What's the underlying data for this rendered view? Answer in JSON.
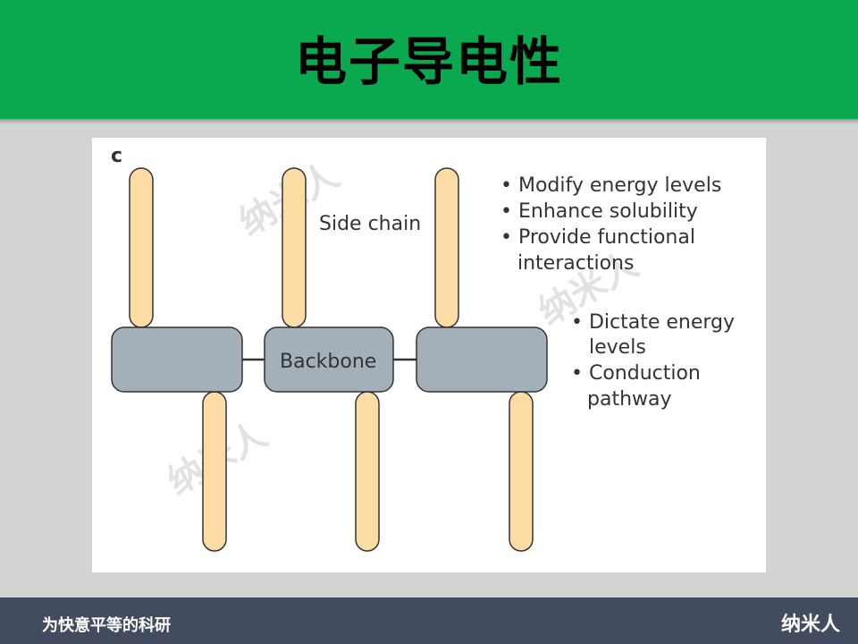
{
  "slide": {
    "title": "电子导电性",
    "footer_left": "为快意平等的科研",
    "footer_right": "纳米人"
  },
  "diagram": {
    "panel_label": "c",
    "side_chain_label": "Side chain",
    "backbone_label": "Backbone",
    "side_chain_points": [
      "• Modify energy levels",
      "• Enhance solubility",
      "• Provide functional",
      "interactions"
    ],
    "backbone_points": [
      "• Dictate energy",
      "levels",
      "• Conduction",
      "pathway"
    ],
    "watermark": "纳米人",
    "colors": {
      "side_chain_fill": "#fcdca4",
      "backbone_fill": "#a4b0b9",
      "outline": "#333333"
    }
  }
}
